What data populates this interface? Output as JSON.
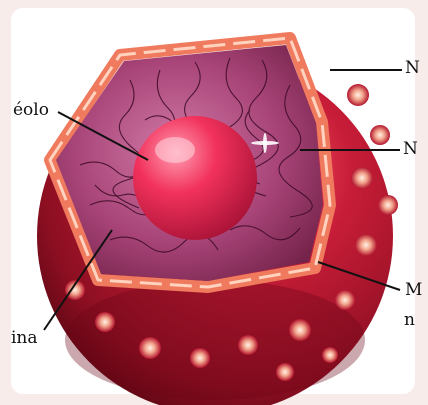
{
  "labels": {
    "nucleolus": "éolo",
    "membrane_right": "N",
    "nucleoplasm_right": "N",
    "lamina_right_1": "M",
    "lamina_right_2": "n",
    "chromatin_left": "ina"
  },
  "colors": {
    "page_background": "#f7ecea",
    "card_background": "#ffffff",
    "outer_sphere": "#b3152e",
    "cut_face": "#a83a6a",
    "nucleolus": "#f0305a",
    "membrane_rim": "#ef7a5e",
    "leader_lines": "#111111"
  }
}
